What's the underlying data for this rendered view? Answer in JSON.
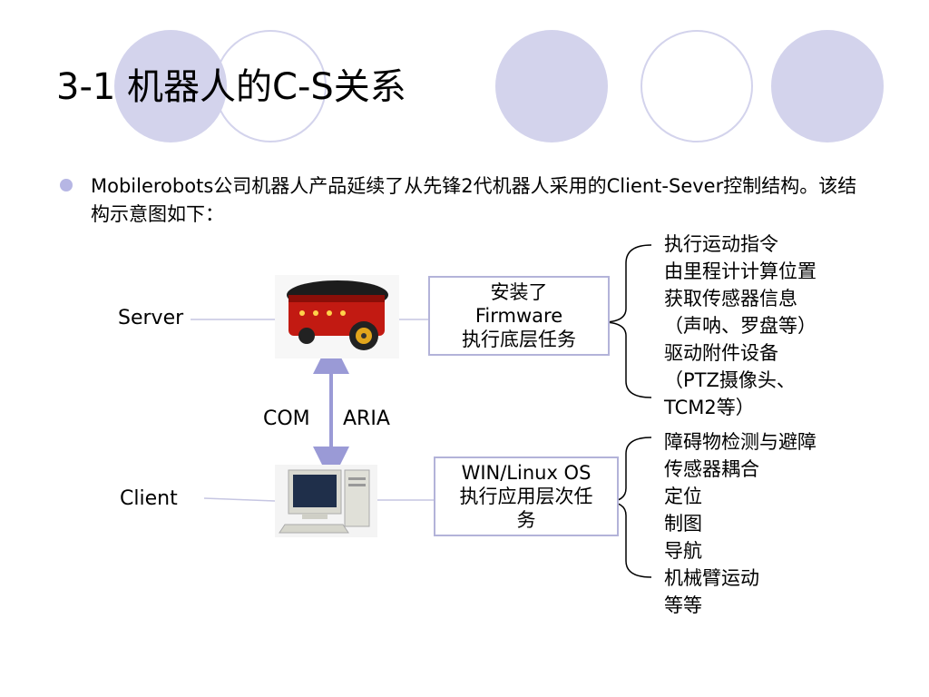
{
  "slide": {
    "title": "3-1 机器人的C-S关系",
    "bullet_text": "Mobilerobots公司机器人产品延续了从先锋2代机器人采用的Client-Sever控制结构。该结构示意图如下："
  },
  "diagram": {
    "server_label": "Server",
    "client_label": "Client",
    "com_label": "COM",
    "aria_label": "ARIA",
    "firmware_box": [
      "安装了",
      "Firmware",
      "执行底层任务"
    ],
    "os_box": [
      "WIN/Linux  OS",
      "执行应用层次任",
      "务"
    ],
    "firmware_tasks": [
      "执行运动指令",
      "由里程计计算位置",
      "获取传感器信息",
      "（声呐、罗盘等）",
      "驱动附件设备",
      "（PTZ摄像头、",
      "TCM2等）"
    ],
    "client_tasks": [
      "障碍物检测与避障",
      "传感器耦合",
      "定位",
      "制图",
      "导航",
      "机械臂运动",
      "等等"
    ]
  },
  "colors": {
    "decor_circle": "#d3d3ec",
    "box_border": "#b3b3d9",
    "arrow": "#9a9ad6",
    "connector": "#c6c6e2"
  }
}
